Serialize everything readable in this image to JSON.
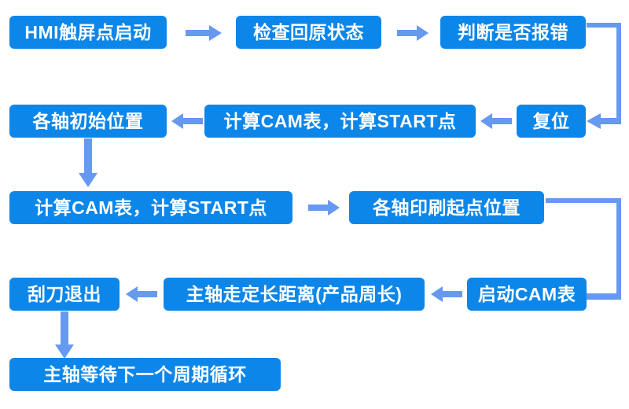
{
  "diagram": {
    "title": "",
    "colors": {
      "node_fill": "#0d86e9",
      "node_text": "#ffffff",
      "arrow": "#6699f0",
      "connector": "#6699f0",
      "background": "#ffffff"
    },
    "nodes": [
      {
        "id": "n1",
        "label": "HMI触屏点启动",
        "row": 1,
        "col": 1
      },
      {
        "id": "n2",
        "label": "检查回原状态",
        "row": 1,
        "col": 2
      },
      {
        "id": "n3",
        "label": "判断是否报错",
        "row": 1,
        "col": 3
      },
      {
        "id": "n4",
        "label": "复位",
        "row": 2,
        "col": 3
      },
      {
        "id": "n5",
        "label": "计算CAM表，计算START点",
        "row": 2,
        "col": 2
      },
      {
        "id": "n6",
        "label": "各轴初始位置",
        "row": 2,
        "col": 1
      },
      {
        "id": "n7",
        "label": "计算CAM表，计算START点",
        "row": 3,
        "col": 1
      },
      {
        "id": "n8",
        "label": "各轴印刷起点位置",
        "row": 3,
        "col": 2
      },
      {
        "id": "n9",
        "label": "启动CAM表",
        "row": 4,
        "col": 3
      },
      {
        "id": "n10",
        "label": "主轴走定长距离(产品周长)",
        "row": 4,
        "col": 2
      },
      {
        "id": "n11",
        "label": "刮刀退出",
        "row": 4,
        "col": 1
      },
      {
        "id": "n12",
        "label": "主轴等待下一个周期循环",
        "row": 5,
        "col": 1
      }
    ],
    "edges": [
      {
        "from": "n1",
        "to": "n2",
        "kind": "arrow-right"
      },
      {
        "from": "n2",
        "to": "n3",
        "kind": "arrow-right"
      },
      {
        "from": "n3",
        "to": "n4",
        "kind": "elbow-right-down-left"
      },
      {
        "from": "n4",
        "to": "n5",
        "kind": "arrow-left"
      },
      {
        "from": "n5",
        "to": "n6",
        "kind": "arrow-left"
      },
      {
        "from": "n6",
        "to": "n7",
        "kind": "arrow-down"
      },
      {
        "from": "n7",
        "to": "n8",
        "kind": "arrow-right"
      },
      {
        "from": "n8",
        "to": "n9",
        "kind": "elbow-right-down-left"
      },
      {
        "from": "n9",
        "to": "n10",
        "kind": "arrow-left"
      },
      {
        "from": "n10",
        "to": "n11",
        "kind": "arrow-left"
      },
      {
        "from": "n11",
        "to": "n12",
        "kind": "arrow-down"
      }
    ]
  }
}
